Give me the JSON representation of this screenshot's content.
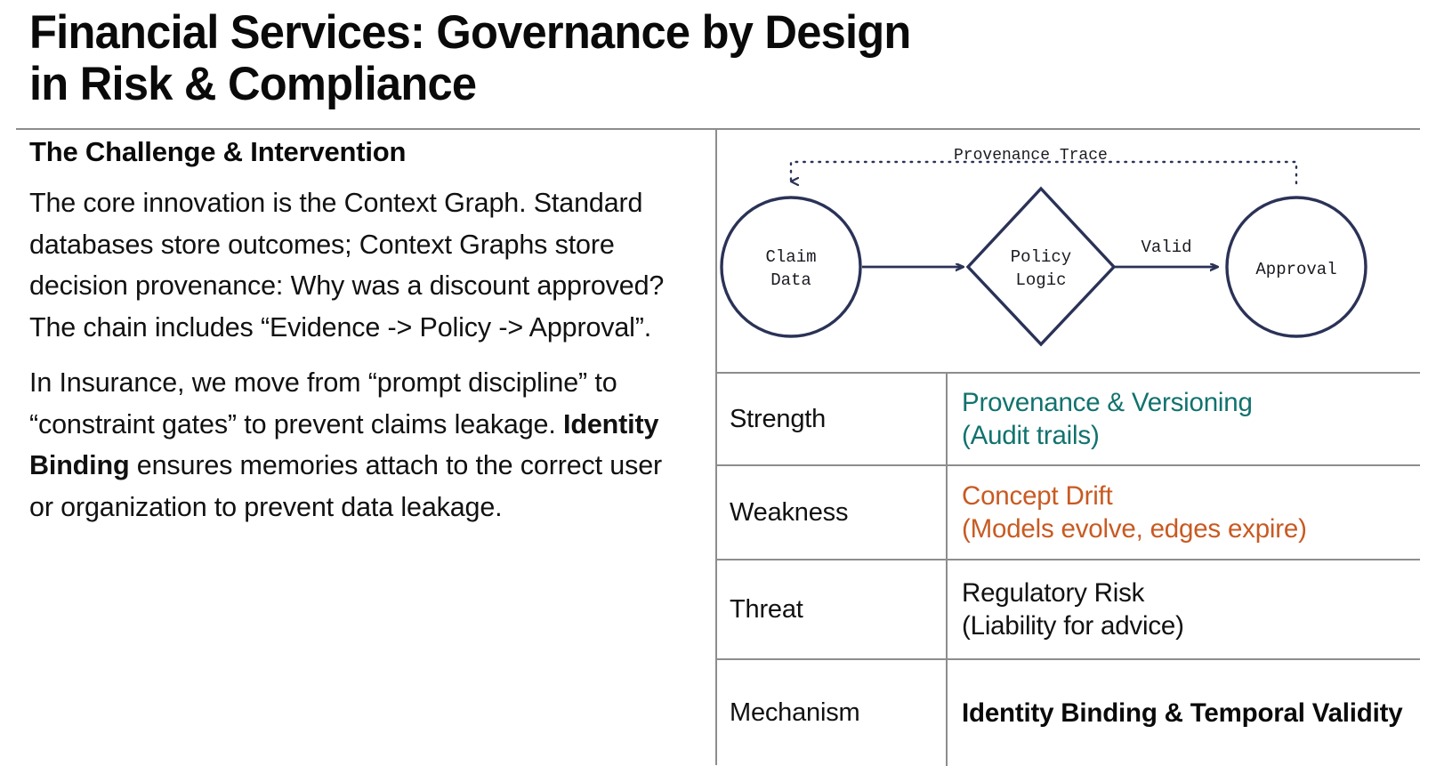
{
  "title": "Financial Services: Governance by Design\nin Risk & Compliance",
  "left": {
    "heading": "The Challenge & Intervention",
    "paragraph1": "The core innovation is the Context Graph. Standard databases store outcomes; Context Graphs store decision provenance: Why was a discount approved? The chain includes “Evidence -> Policy -> Approval”.",
    "paragraph2_before_bold": "In Insurance, we move from “prompt discipline” to “constraint gates” to prevent claims leakage. ",
    "paragraph2_bold": "Identity Binding",
    "paragraph2_after_bold": " ensures memories attach to the correct user or organization to prevent data leakage."
  },
  "diagram": {
    "trace_label": "Provenance Trace",
    "node_claim_line1": "Claim",
    "node_claim_line2": "Data",
    "node_policy_line1": "Policy",
    "node_policy_line2": "Logic",
    "node_approval": "Approval",
    "edge_valid_label": "Valid",
    "stroke_color": "#2b3257",
    "text_color": "#1a1a22"
  },
  "table": {
    "rows": [
      {
        "key": "Strength",
        "value": "Provenance & Versioning\n(Audit trails)",
        "color": "#11726e"
      },
      {
        "key": "Weakness",
        "value": "Concept Drift\n(Models evolve, edges expire)",
        "color": "#c85a22"
      },
      {
        "key": "Threat",
        "value": "Regulatory Risk\n(Liability for advice)",
        "color": "#111111"
      },
      {
        "key": "Mechanism",
        "value": "Identity Binding & Temporal Validity",
        "color": "#0a0a0a"
      }
    ]
  }
}
